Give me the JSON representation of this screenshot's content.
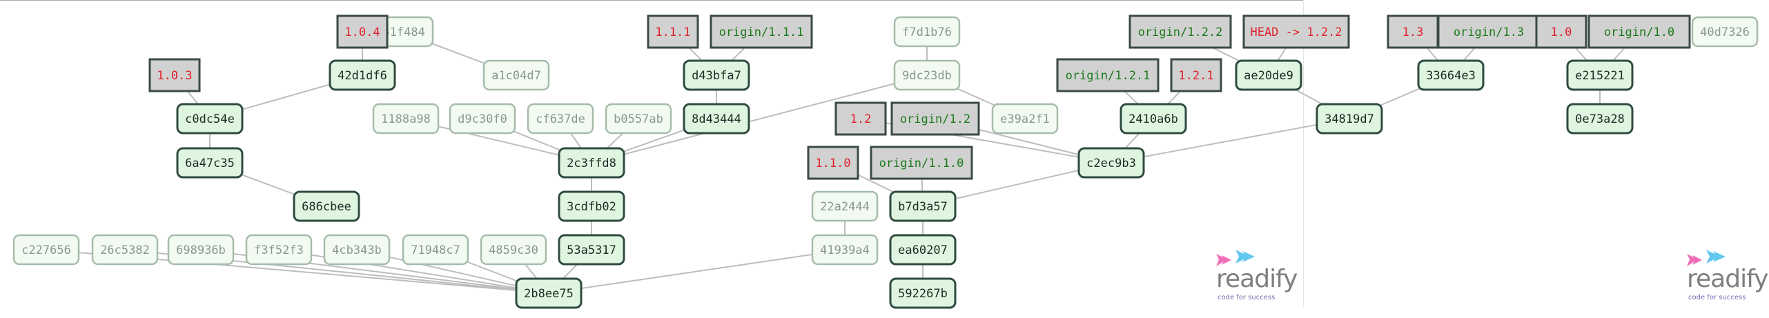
{
  "colors": {
    "commit_fill": "#e0f5e0",
    "commit_border": "#2e4a40",
    "faded_fill": "#f3faf2",
    "faded_border": "#a6bcaa",
    "faded_text": "#8a978c",
    "ref_fill": "#d1d1d1",
    "ref_border": "#3a4a44",
    "tag_text": "#e0202a",
    "branch_text": "#1a7a1a",
    "edge": "#bdbdbd",
    "logo_pink": "#ee6fb8",
    "logo_blue": "#63c8ee"
  },
  "logos": [
    {
      "word": "readify",
      "tagline": "code for success"
    },
    {
      "word": "readify",
      "tagline": "code for success"
    }
  ],
  "nodes": [
    {
      "id": "c227656",
      "label": "c227656",
      "kind": "faded"
    },
    {
      "id": "26c5382",
      "label": "26c5382",
      "kind": "faded"
    },
    {
      "id": "698936b",
      "label": "698936b",
      "kind": "faded"
    },
    {
      "id": "f3f52f3",
      "label": "f3f52f3",
      "kind": "faded"
    },
    {
      "id": "4cb343b",
      "label": "4cb343b",
      "kind": "faded"
    },
    {
      "id": "71948c7",
      "label": "71948c7",
      "kind": "faded"
    },
    {
      "id": "4859c30",
      "label": "4859c30",
      "kind": "faded"
    },
    {
      "id": "2b8ee75",
      "label": "2b8ee75",
      "kind": "commit"
    },
    {
      "id": "53a5317",
      "label": "53a5317",
      "kind": "commit"
    },
    {
      "id": "3cdfb02",
      "label": "3cdfb02",
      "kind": "commit"
    },
    {
      "id": "2c3ffd8",
      "label": "2c3ffd8",
      "kind": "commit"
    },
    {
      "id": "1188a98",
      "label": "1188a98",
      "kind": "faded"
    },
    {
      "id": "d9c30f0",
      "label": "d9c30f0",
      "kind": "faded"
    },
    {
      "id": "cf637de",
      "label": "cf637de",
      "kind": "faded"
    },
    {
      "id": "b0557ab",
      "label": "b0557ab",
      "kind": "faded"
    },
    {
      "id": "8d43444",
      "label": "8d43444",
      "kind": "commit"
    },
    {
      "id": "d43bfa7",
      "label": "d43bfa7",
      "kind": "commit"
    },
    {
      "id": "t111",
      "label": "1.1.1",
      "kind": "tag"
    },
    {
      "id": "o111",
      "label": "origin/1.1.1",
      "kind": "branch"
    },
    {
      "id": "t103",
      "label": "1.0.3",
      "kind": "tag"
    },
    {
      "id": "c0dc54e",
      "label": "c0dc54e",
      "kind": "commit"
    },
    {
      "id": "6a47c35",
      "label": "6a47c35",
      "kind": "commit"
    },
    {
      "id": "686cbee",
      "label": "686cbee",
      "kind": "commit"
    },
    {
      "id": "42d1df6",
      "label": "42d1df6",
      "kind": "commit"
    },
    {
      "id": "t104",
      "label": "1.0.4",
      "kind": "tag"
    },
    {
      "id": "d31f484",
      "label": "d31f484",
      "kind": "faded"
    },
    {
      "id": "a1c04d7",
      "label": "a1c04d7",
      "kind": "faded"
    },
    {
      "id": "f7d1b76",
      "label": "f7d1b76",
      "kind": "faded"
    },
    {
      "id": "9dc23db",
      "label": "9dc23db",
      "kind": "faded"
    },
    {
      "id": "e39a2f1",
      "label": "e39a2f1",
      "kind": "faded"
    },
    {
      "id": "t12",
      "label": "1.2",
      "kind": "tag"
    },
    {
      "id": "o12",
      "label": "origin/1.2",
      "kind": "branch"
    },
    {
      "id": "t110",
      "label": "1.1.0",
      "kind": "tag"
    },
    {
      "id": "o110",
      "label": "origin/1.1.0",
      "kind": "branch"
    },
    {
      "id": "22a2444",
      "label": "22a2444",
      "kind": "faded"
    },
    {
      "id": "41939a4",
      "label": "41939a4",
      "kind": "faded"
    },
    {
      "id": "b7d3a57",
      "label": "b7d3a57",
      "kind": "commit"
    },
    {
      "id": "ea60207",
      "label": "ea60207",
      "kind": "commit"
    },
    {
      "id": "592267b",
      "label": "592267b",
      "kind": "commit"
    },
    {
      "id": "o121",
      "label": "origin/1.2.1",
      "kind": "branch"
    },
    {
      "id": "t121",
      "label": "1.2.1",
      "kind": "tag"
    },
    {
      "id": "2410a6b",
      "label": "2410a6b",
      "kind": "commit"
    },
    {
      "id": "c2ec9b3",
      "label": "c2ec9b3",
      "kind": "commit"
    },
    {
      "id": "o122",
      "label": "origin/1.2.2",
      "kind": "branch"
    },
    {
      "id": "head",
      "label": "HEAD -> 1.2.2",
      "kind": "tag"
    },
    {
      "id": "ae20de9",
      "label": "ae20de9",
      "kind": "commit"
    },
    {
      "id": "t13",
      "label": "1.3",
      "kind": "tag"
    },
    {
      "id": "o13",
      "label": "origin/1.3",
      "kind": "branch"
    },
    {
      "id": "33664e3",
      "label": "33664e3",
      "kind": "commit"
    },
    {
      "id": "34819d7",
      "label": "34819d7",
      "kind": "commit"
    },
    {
      "id": "t10",
      "label": "1.0",
      "kind": "tag"
    },
    {
      "id": "o10",
      "label": "origin/1.0",
      "kind": "branch"
    },
    {
      "id": "e215221",
      "label": "e215221",
      "kind": "commit"
    },
    {
      "id": "0e73a28",
      "label": "0e73a28",
      "kind": "commit"
    },
    {
      "id": "40d7326",
      "label": "40d7326",
      "kind": "faded"
    }
  ],
  "edges": [
    [
      "c227656",
      "2b8ee75"
    ],
    [
      "26c5382",
      "2b8ee75"
    ],
    [
      "698936b",
      "2b8ee75"
    ],
    [
      "f3f52f3",
      "2b8ee75"
    ],
    [
      "4cb343b",
      "2b8ee75"
    ],
    [
      "71948c7",
      "2b8ee75"
    ],
    [
      "4859c30",
      "2b8ee75"
    ],
    [
      "53a5317",
      "2b8ee75"
    ],
    [
      "41939a4",
      "2b8ee75"
    ],
    [
      "3cdfb02",
      "53a5317"
    ],
    [
      "2c3ffd8",
      "3cdfb02"
    ],
    [
      "1188a98",
      "2c3ffd8"
    ],
    [
      "d9c30f0",
      "2c3ffd8"
    ],
    [
      "cf637de",
      "2c3ffd8"
    ],
    [
      "b0557ab",
      "2c3ffd8"
    ],
    [
      "8d43444",
      "2c3ffd8"
    ],
    [
      "9dc23db",
      "2c3ffd8"
    ],
    [
      "d43bfa7",
      "8d43444"
    ],
    [
      "t111",
      "d43bfa7"
    ],
    [
      "o111",
      "d43bfa7"
    ],
    [
      "t103",
      "c0dc54e"
    ],
    [
      "42d1df6",
      "c0dc54e"
    ],
    [
      "c0dc54e",
      "6a47c35"
    ],
    [
      "6a47c35",
      "686cbee"
    ],
    [
      "t104",
      "42d1df6"
    ],
    [
      "d31f484",
      "a1c04d7"
    ],
    [
      "f7d1b76",
      "9dc23db"
    ],
    [
      "9dc23db",
      "e39a2f1"
    ],
    [
      "t12",
      "c2ec9b3"
    ],
    [
      "o12",
      "c2ec9b3"
    ],
    [
      "t110",
      "b7d3a57"
    ],
    [
      "o110",
      "b7d3a57"
    ],
    [
      "22a2444",
      "41939a4"
    ],
    [
      "b7d3a57",
      "ea60207"
    ],
    [
      "ea60207",
      "592267b"
    ],
    [
      "b7d3a57",
      "c2ec9b3"
    ],
    [
      "o121",
      "2410a6b"
    ],
    [
      "t121",
      "2410a6b"
    ],
    [
      "2410a6b",
      "c2ec9b3"
    ],
    [
      "34819d7",
      "c2ec9b3"
    ],
    [
      "o122",
      "ae20de9"
    ],
    [
      "head",
      "ae20de9"
    ],
    [
      "ae20de9",
      "34819d7"
    ],
    [
      "t13",
      "33664e3"
    ],
    [
      "o13",
      "33664e3"
    ],
    [
      "33664e3",
      "34819d7"
    ],
    [
      "t10",
      "e215221"
    ],
    [
      "o10",
      "e215221"
    ],
    [
      "e215221",
      "0e73a28"
    ]
  ]
}
